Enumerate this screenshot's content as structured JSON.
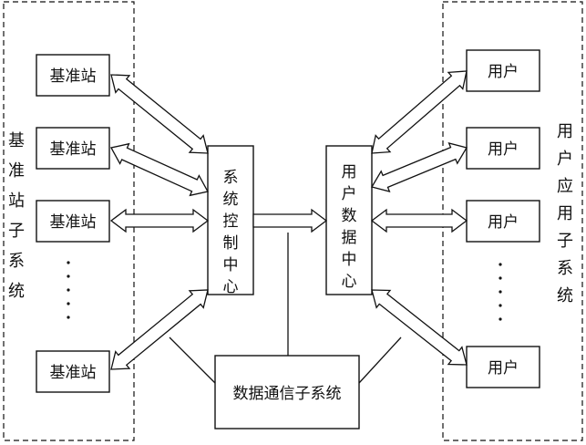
{
  "left_group": {
    "title": "基准站子系统",
    "stations": [
      "基准站",
      "基准站",
      "基准站",
      "基准站"
    ],
    "ellipsis": "·\n·\n·\n·\n·"
  },
  "right_group": {
    "title": "用户应用子系统",
    "users": [
      "用户",
      "用户",
      "用户",
      "用户"
    ],
    "ellipsis": "·\n·\n·\n·\n·"
  },
  "center": {
    "control": "系统控制中心",
    "data_center": "用户数据中心",
    "comm": "数据通信子系统"
  }
}
